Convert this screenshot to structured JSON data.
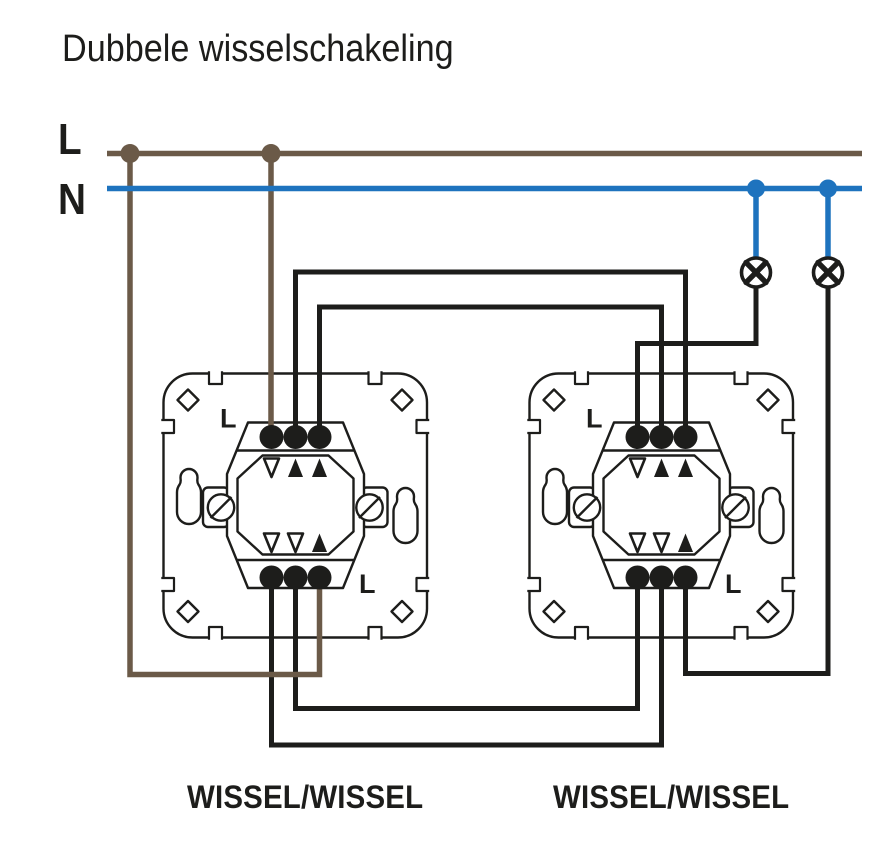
{
  "title": "Dubbele wisselschakeling",
  "power_rails": {
    "phase_label": "L",
    "neutral_label": "N"
  },
  "mech": {
    "top_label": "L",
    "bottom_label": "L"
  },
  "switches": [
    {
      "id": "left",
      "caption": "WISSEL/WISSEL",
      "top_terminals": 3,
      "bottom_terminals": 3,
      "top_arrows": [
        "down-outline",
        "up-filled",
        "up-filled"
      ],
      "bottom_arrows": [
        "down-outline",
        "down-outline",
        "up-filled"
      ]
    },
    {
      "id": "right",
      "caption": "WISSEL/WISSEL",
      "top_terminals": 3,
      "bottom_terminals": 3,
      "top_arrows": [
        "down-outline",
        "up-filled",
        "up-filled"
      ],
      "bottom_arrows": [
        "down-outline",
        "down-outline",
        "up-filled"
      ]
    }
  ],
  "lamps": [
    {
      "id": "lamp-1"
    },
    {
      "id": "lamp-2"
    }
  ],
  "colors": {
    "phase_wire": "#6b5a48",
    "neutral_wire": "#1e73be",
    "switched_wire": "#1d1d1b",
    "background": "#ffffff",
    "text": "#1d1d1b"
  },
  "icons": {
    "lamp_icon": "circle-with-diagonal-cross",
    "screw_icon": "slotted-screw-circle",
    "junction_icon": "filled-dot",
    "keyhole_icon": "keyhole-slot",
    "corner_diamond_icon": "small-rotated-square"
  }
}
